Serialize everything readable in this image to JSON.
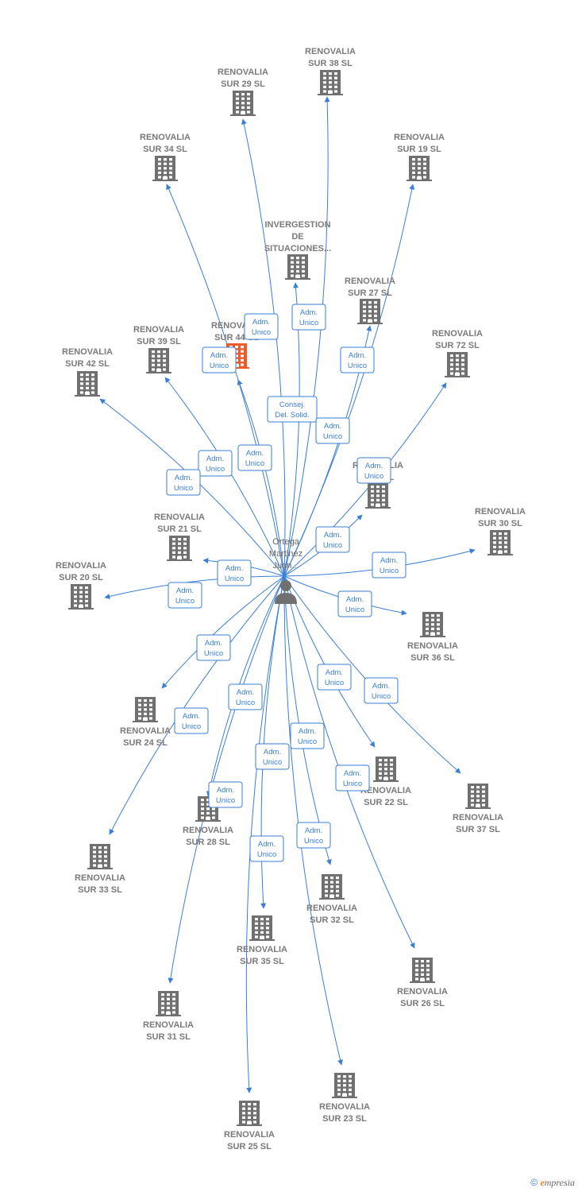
{
  "center": {
    "name_lines": [
      "Ortega",
      "Martinez",
      "Juan..."
    ],
    "icon": "person-icon"
  },
  "companies": [
    {
      "id": "sur38",
      "lines": [
        "RENOVALIA",
        "SUR 38  SL"
      ],
      "role_lines": [
        "Adm.",
        "Unico"
      ]
    },
    {
      "id": "sur29",
      "lines": [
        "RENOVALIA",
        "SUR 29  SL"
      ],
      "role_lines": [
        "Adm.",
        "Unico"
      ]
    },
    {
      "id": "sur34",
      "lines": [
        "RENOVALIA",
        "SUR 34  SL"
      ],
      "role_lines": [
        "Adm.",
        "Unico"
      ]
    },
    {
      "id": "sur19",
      "lines": [
        "RENOVALIA",
        "SUR 19  SL"
      ],
      "role_lines": [
        "Adm.",
        "Unico"
      ]
    },
    {
      "id": "invergestion",
      "lines": [
        "INVERGESTION",
        "DE",
        "SITUACIONES..."
      ],
      "role_lines": [
        "Consej.",
        "Del. Solid."
      ]
    },
    {
      "id": "sur27",
      "lines": [
        "RENOVALIA",
        "SUR 27  SL"
      ],
      "role_lines": [
        "Adm.",
        "Unico"
      ]
    },
    {
      "id": "sur44",
      "lines": [
        "RENOVALIA",
        "SUR 44  SL"
      ],
      "role_lines": [
        "Adm.",
        "Unico"
      ],
      "highlight": true
    },
    {
      "id": "sur39",
      "lines": [
        "RENOVALIA",
        "SUR 39  SL"
      ],
      "role_lines": [
        "Adm.",
        "Unico"
      ]
    },
    {
      "id": "sur42",
      "lines": [
        "RENOVALIA",
        "SUR 42  SL"
      ],
      "role_lines": [
        "Adm.",
        "Unico"
      ]
    },
    {
      "id": "sur72",
      "lines": [
        "RENOVALIA",
        "SUR 72  SL"
      ],
      "role_lines": [
        "Adm.",
        "Unico"
      ]
    },
    {
      "id": "sur_x",
      "lines": [
        "RENOVALIA",
        "SUR   SL"
      ],
      "role_lines": [
        "Adm.",
        "Unico"
      ]
    },
    {
      "id": "sur21",
      "lines": [
        "RENOVALIA",
        "SUR 21  SL"
      ],
      "role_lines": [
        "Adm.",
        "Unico"
      ]
    },
    {
      "id": "sur30",
      "lines": [
        "RENOVALIA",
        "SUR 30  SL"
      ],
      "role_lines": [
        "Adm.",
        "Unico"
      ]
    },
    {
      "id": "sur20",
      "lines": [
        "RENOVALIA",
        "SUR 20  SL"
      ],
      "role_lines": [
        "Adm.",
        "Unico"
      ]
    },
    {
      "id": "sur36",
      "lines": [
        "RENOVALIA",
        "SUR 36  SL"
      ],
      "role_lines": [
        "Adm.",
        "Unico"
      ]
    },
    {
      "id": "sur24",
      "lines": [
        "RENOVALIA",
        "SUR 24  SL"
      ],
      "role_lines": [
        "Adm.",
        "Unico"
      ]
    },
    {
      "id": "sur22",
      "lines": [
        "RENOVALIA",
        "SUR 22  SL"
      ],
      "role_lines": [
        "Adm.",
        "Unico"
      ]
    },
    {
      "id": "sur37",
      "lines": [
        "RENOVALIA",
        "SUR 37  SL"
      ],
      "role_lines": [
        "Adm.",
        "Unico"
      ]
    },
    {
      "id": "sur28",
      "lines": [
        "RENOVALIA",
        "SUR 28  SL"
      ],
      "role_lines": [
        "Adm.",
        "Unico"
      ]
    },
    {
      "id": "sur33",
      "lines": [
        "RENOVALIA",
        "SUR 33  SL"
      ],
      "role_lines": [
        "Adm.",
        "Unico"
      ]
    },
    {
      "id": "sur32",
      "lines": [
        "RENOVALIA",
        "SUR 32  SL"
      ],
      "role_lines": [
        "Adm.",
        "Unico"
      ]
    },
    {
      "id": "sur35",
      "lines": [
        "RENOVALIA",
        "SUR 35  SL"
      ],
      "role_lines": [
        "Adm.",
        "Unico"
      ]
    },
    {
      "id": "sur26",
      "lines": [
        "RENOVALIA",
        "SUR 26  SL"
      ],
      "role_lines": [
        "Adm.",
        "Unico"
      ]
    },
    {
      "id": "sur31",
      "lines": [
        "RENOVALIA",
        "SUR 31  SL"
      ],
      "role_lines": [
        "Adm.",
        "Unico"
      ]
    },
    {
      "id": "sur23",
      "lines": [
        "RENOVALIA",
        "SUR 23  SL"
      ],
      "role_lines": [
        "Adm.",
        "Unico"
      ]
    },
    {
      "id": "sur25",
      "lines": [
        "RENOVALIA",
        "SUR 25  SL"
      ],
      "role_lines": [
        "Adm.",
        "Unico"
      ]
    }
  ],
  "colors": {
    "edge": "#3a7fd5",
    "building": "#707070",
    "building_highlight": "#f05a28",
    "label": "#7a7a7a"
  },
  "footer": {
    "copyright": "©",
    "brand_initial": "e",
    "brand_rest": "mpresia"
  }
}
